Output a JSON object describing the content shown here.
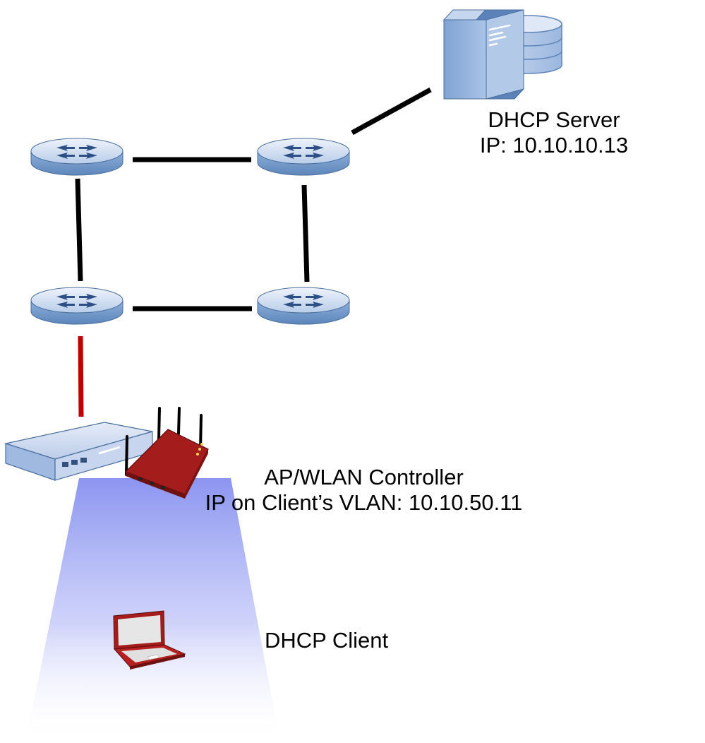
{
  "dhcp_server": {
    "title": "DHCP Server",
    "ip": "IP: 10.10.10.13"
  },
  "ap_controller": {
    "title": "AP/WLAN Controller",
    "ip": "IP on Client’s VLAN: 10.10.50.11"
  },
  "dhcp_client": {
    "title": "DHCP Client"
  },
  "colors": {
    "link": "#000000",
    "access_link": "#c00000",
    "router_body": "#b8cce8",
    "router_edge": "#4a6f9e",
    "server": "#8eb0dc",
    "ap_red": "#a51c1c",
    "laptop_red": "#a51c1c",
    "coverage": "#8c95f0"
  },
  "icons": [
    "router-icon",
    "server-icon",
    "wlan-controller-icon",
    "access-point-icon",
    "laptop-icon"
  ]
}
